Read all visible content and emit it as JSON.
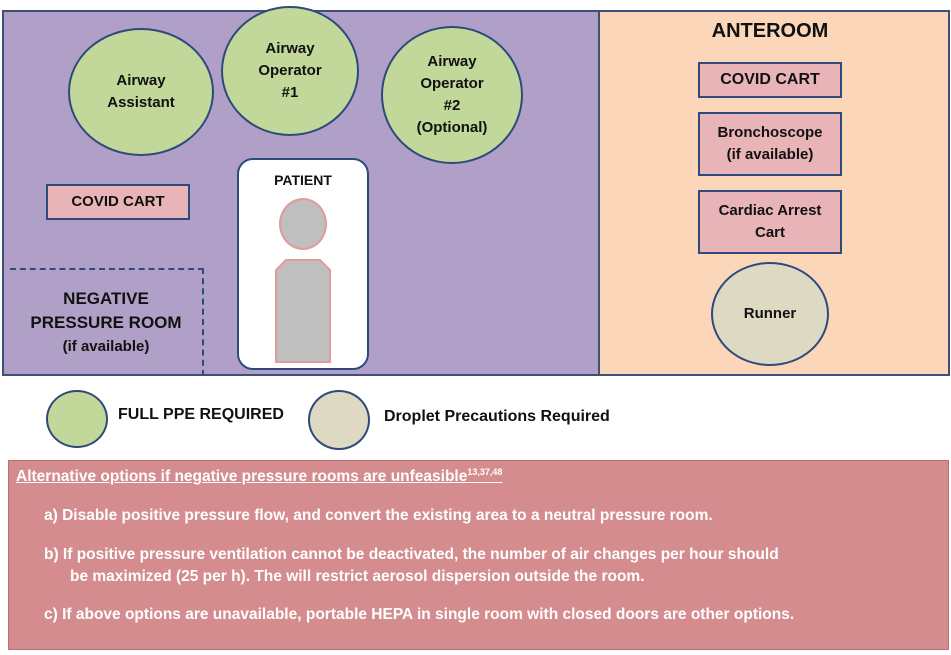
{
  "rooms": {
    "anteroom_label": "ANTEROOM",
    "negative_pressure_label": "NEGATIVE\nPRESSURE ROOM",
    "negative_pressure_sub": "(if available)"
  },
  "staff": {
    "airway_assistant": "Airway\nAssistant",
    "airway_operator_1": "Airway\nOperator\n#1",
    "airway_operator_2": "Airway\nOperator\n#2\n(Optional)",
    "runner": "Runner"
  },
  "patient": {
    "label": "PATIENT"
  },
  "equipment": {
    "covid_cart_main": "COVID CART",
    "covid_cart_ante": "COVID CART",
    "bronchoscope": "Bronchoscope\n(if available)",
    "cardiac_arrest_cart": "Cardiac Arrest\nCart"
  },
  "legend": {
    "full_ppe": "FULL PPE REQUIRED",
    "droplet": "Droplet Precautions Required"
  },
  "notes": {
    "title": "Alternative options if negative pressure rooms are unfeasible",
    "title_refs": "13,37,48",
    "options": [
      "a)  Disable positive pressure flow, and convert the existing area to a neutral pressure room.",
      "b)  If positive pressure ventilation cannot be deactivated, the number of air changes per hour should",
      "be maximized (25 per h). The will restrict aerosol dispersion outside the room.",
      "c)  If above options are unavailable, portable HEPA in single room with closed doors are other options."
    ]
  },
  "colors": {
    "main_room": "#b0a0c8",
    "anteroom": "#fbd6b8",
    "full_ppe": "#c2d89a",
    "droplet": "#ddd9c3",
    "cart": "#e8b4b8",
    "notes_bg": "#d48c8e",
    "outline": "#2e4a7a"
  }
}
